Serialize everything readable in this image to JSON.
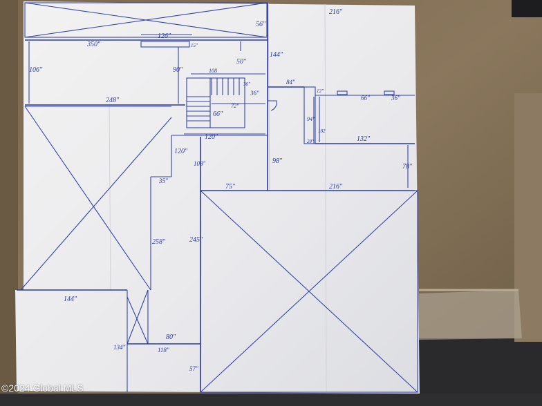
{
  "photo": {
    "subject": "hand-drawn floor plan sketch on paper",
    "watermark": "©2024 Global MLS",
    "labels": [
      {
        "id": "d216-top",
        "text": "216\""
      },
      {
        "id": "d126",
        "text": "126\""
      },
      {
        "id": "d350",
        "text": "350\""
      },
      {
        "id": "d15",
        "text": "15\""
      },
      {
        "id": "d56",
        "text": "56\""
      },
      {
        "id": "d50",
        "text": "50\""
      },
      {
        "id": "d144-right",
        "text": "144\""
      },
      {
        "id": "d90",
        "text": "90\""
      },
      {
        "id": "d108-top",
        "text": "108"
      },
      {
        "id": "d106",
        "text": "106\""
      },
      {
        "id": "d248",
        "text": "248\""
      },
      {
        "id": "d36a",
        "text": "36\""
      },
      {
        "id": "d36b",
        "text": "36\""
      },
      {
        "id": "d84",
        "text": "84\""
      },
      {
        "id": "d12",
        "text": "12\""
      },
      {
        "id": "d66",
        "text": "66\""
      },
      {
        "id": "d72",
        "text": "72\""
      },
      {
        "id": "d66b",
        "text": "66\""
      },
      {
        "id": "d36c",
        "text": "36\""
      },
      {
        "id": "d94",
        "text": "94\""
      },
      {
        "id": "d182",
        "text": "182"
      },
      {
        "id": "d132",
        "text": "132\""
      },
      {
        "id": "d28",
        "text": "28\""
      },
      {
        "id": "d120a",
        "text": "120\""
      },
      {
        "id": "d120b",
        "text": "120\""
      },
      {
        "id": "d108",
        "text": "108\""
      },
      {
        "id": "d98",
        "text": "98\""
      },
      {
        "id": "d78",
        "text": "78\""
      },
      {
        "id": "d35",
        "text": "35\""
      },
      {
        "id": "d75",
        "text": "75\""
      },
      {
        "id": "d216-mid",
        "text": "216\""
      },
      {
        "id": "d258",
        "text": "258\""
      },
      {
        "id": "d245",
        "text": "245\""
      },
      {
        "id": "d144-left",
        "text": "144\""
      },
      {
        "id": "d80",
        "text": "80\""
      },
      {
        "id": "d134",
        "text": "134\""
      },
      {
        "id": "d118",
        "text": "118\""
      },
      {
        "id": "d57",
        "text": "57\""
      }
    ]
  }
}
